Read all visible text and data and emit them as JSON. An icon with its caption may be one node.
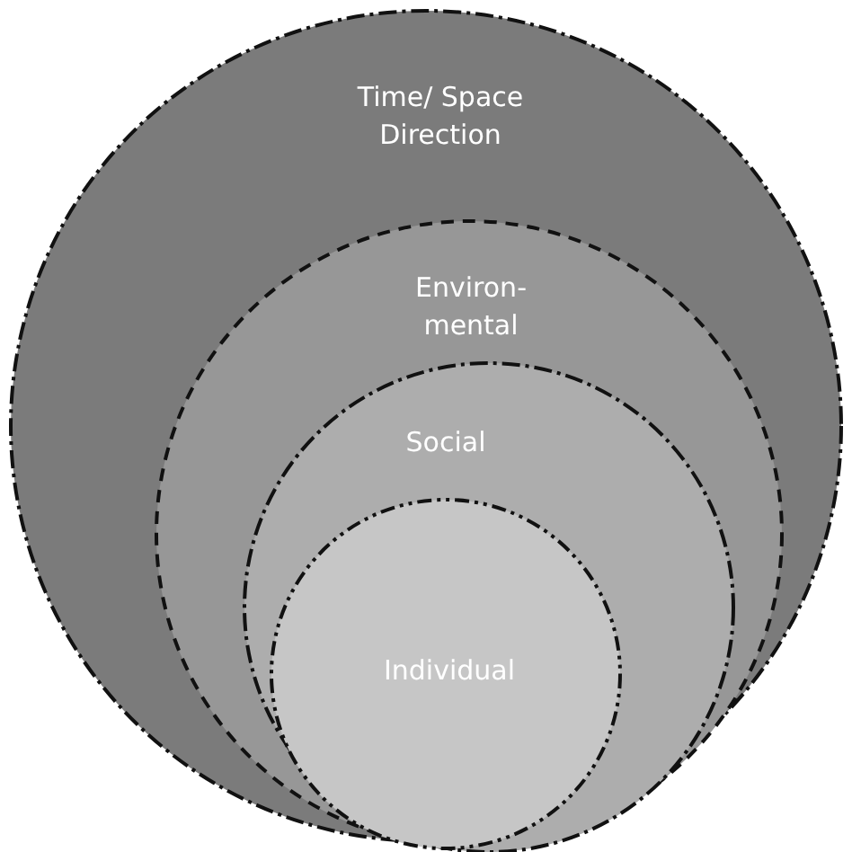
{
  "diagram": {
    "nodes": [
      {
        "text": [
          "Time/ Space Direction"
        ]
      },
      {
        "text": [
          "Environ- mental"
        ],
        "in": 0
      },
      {
        "text": [
          "Social"
        ],
        "in": 1
      },
      {
        "text": [
          "Individual"
        ],
        "in": 2
      }
    ]
  }
}
